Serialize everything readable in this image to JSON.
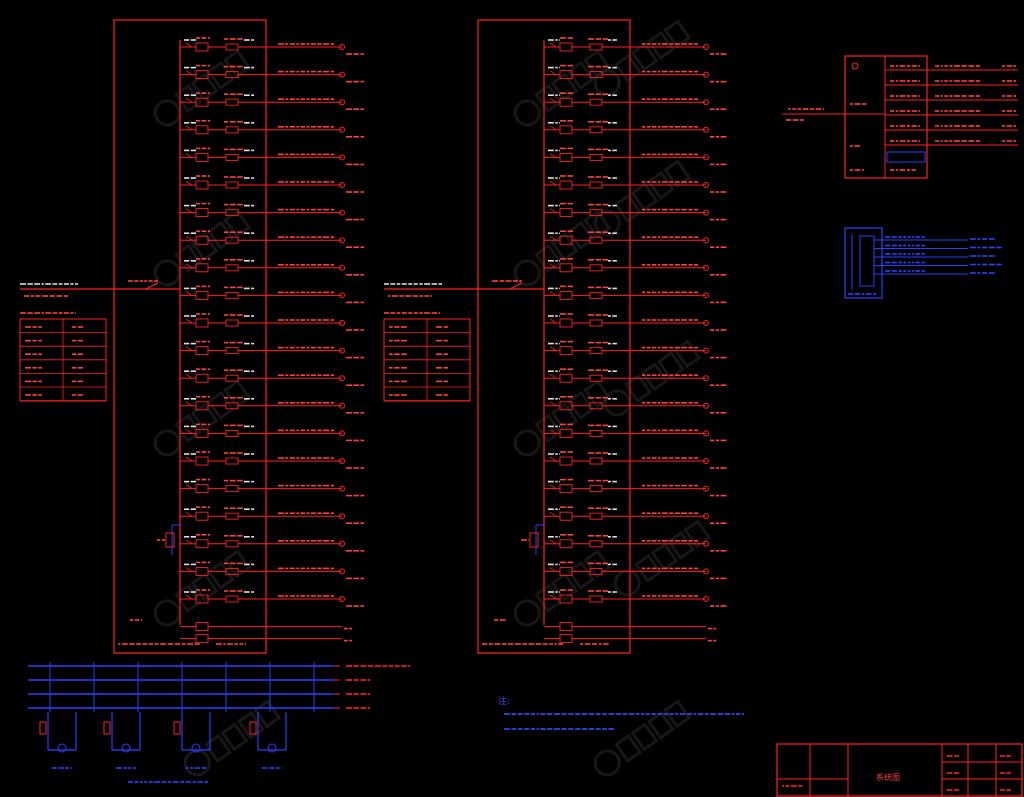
{
  "colors": {
    "background": "#000000",
    "primary_wire": "#ff2020",
    "secondary_wire": "#2840ff",
    "label_text": "#ff4040",
    "note_text": "#3050ff",
    "watermark": "#2a2a2a",
    "white_marks": "#e0e0e0"
  },
  "panels": [
    {
      "id": "panel-1",
      "circuit_count": 21,
      "spare_count": 2
    },
    {
      "id": "panel-2",
      "circuit_count": 21,
      "spare_count": 2
    }
  ],
  "notes": {
    "heading": "注:"
  },
  "title_block": {
    "drawing_title": "系统图"
  },
  "watermark_text": "千库网"
}
